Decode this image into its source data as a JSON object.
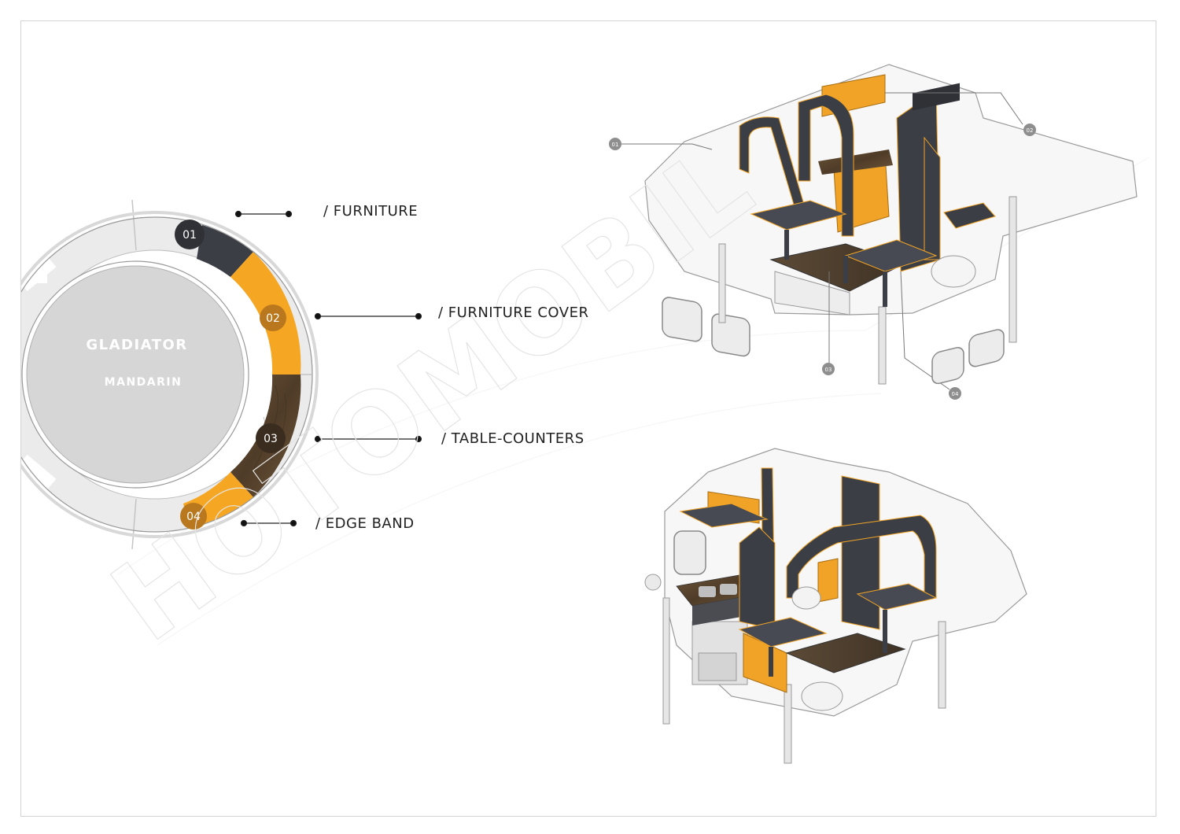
{
  "brand": {
    "line1": "GLADIATOR",
    "line2": "MANDARIN"
  },
  "legend": [
    {
      "num": "01",
      "label": "/ FURNITURE"
    },
    {
      "num": "02",
      "label": "/ FURNITURE COVER"
    },
    {
      "num": "03",
      "label": "/ TABLE-COUNTERS"
    },
    {
      "num": "04",
      "label": "/ EDGE BAND"
    }
  ],
  "callouts": [
    "01",
    "02",
    "03",
    "04"
  ],
  "watermark": "HOTOMOBIL",
  "colors": {
    "furniture": "#3b3e45",
    "cover": "#f5a623",
    "counter": "#5a4631",
    "edge": "#f5a623",
    "ring": "#e9e9e9"
  }
}
